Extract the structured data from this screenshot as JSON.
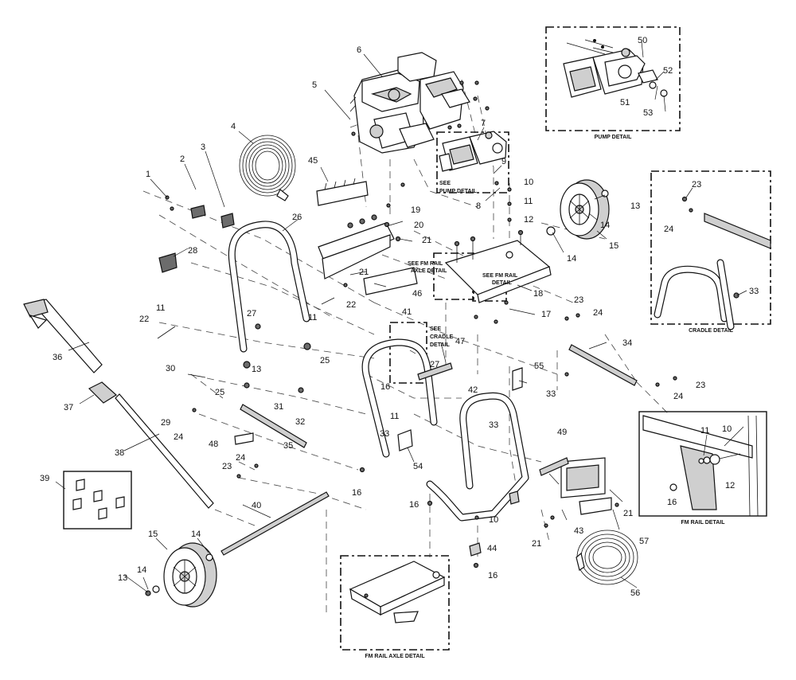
{
  "callouts": {
    "n1": "1",
    "n2": "2",
    "n3": "3",
    "n4": "4",
    "n5": "5",
    "n6": "6",
    "n7": "7",
    "n8": "8",
    "n9": "9",
    "n10a": "10",
    "n10b": "10",
    "n10c": "10",
    "n11a": "11",
    "n11b": "11",
    "n11c": "11",
    "n11d": "11",
    "n11e": "11",
    "n12a": "12",
    "n12b": "12",
    "n13a": "13",
    "n13b": "13",
    "n13c": "13",
    "n14a": "14",
    "n14b": "14",
    "n14c": "14",
    "n14d": "14",
    "n15a": "15",
    "n15b": "15",
    "n16a": "16",
    "n16b": "16",
    "n16c": "16",
    "n16d": "16",
    "n16e": "16",
    "n17": "17",
    "n18": "18",
    "n19": "19",
    "n20": "20",
    "n21a": "21",
    "n21b": "21",
    "n21c": "21",
    "n21d": "21",
    "n22a": "22",
    "n22b": "22",
    "n23a": "23",
    "n23b": "23",
    "n23c": "23",
    "n23d": "23",
    "n24a": "24",
    "n24b": "24",
    "n24c": "24",
    "n24d": "24",
    "n24e": "24",
    "n25a": "25",
    "n25b": "25",
    "n26": "26",
    "n27a": "27",
    "n27b": "27",
    "n28": "28",
    "n29": "29",
    "n30": "30",
    "n31": "31",
    "n32": "32",
    "n33a": "33",
    "n33b": "33",
    "n33c": "33",
    "n33d": "33",
    "n34": "34",
    "n35": "35",
    "n36": "36",
    "n37": "37",
    "n38": "38",
    "n39": "39",
    "n40": "40",
    "n41": "41",
    "n42": "42",
    "n43": "43",
    "n44": "44",
    "n45": "45",
    "n46": "46",
    "n47": "47",
    "n48": "48",
    "n49": "49",
    "n50": "50",
    "n51": "51",
    "n52": "52",
    "n53": "53",
    "n54": "54",
    "n55": "55",
    "n56": "56",
    "n57": "57"
  },
  "details": {
    "pump": "PUMP DETAIL",
    "cradle": "CRADLE DETAIL",
    "fm_rail": "FM RAIL DETAIL",
    "fm_rail_axle": "FM RAIL AXLE DETAIL"
  },
  "notes": {
    "see_pump_1": "SEE",
    "see_pump_2": "PUMP DETAIL",
    "see_fm_axle_1": "SEE FM RAIL",
    "see_fm_axle_2": "AXLE DETAIL",
    "see_fm_rail_1": "SEE FM RAIL",
    "see_fm_rail_2": "DETAIL",
    "see_cradle_1": "SEE",
    "see_cradle_2": "CRADLE",
    "see_cradle_3": "DETAIL"
  },
  "icons": [
    "engine-icon",
    "pump-icon",
    "hose-reel-icon",
    "wheel-icon",
    "spray-gun-icon",
    "nozzle-icon"
  ]
}
